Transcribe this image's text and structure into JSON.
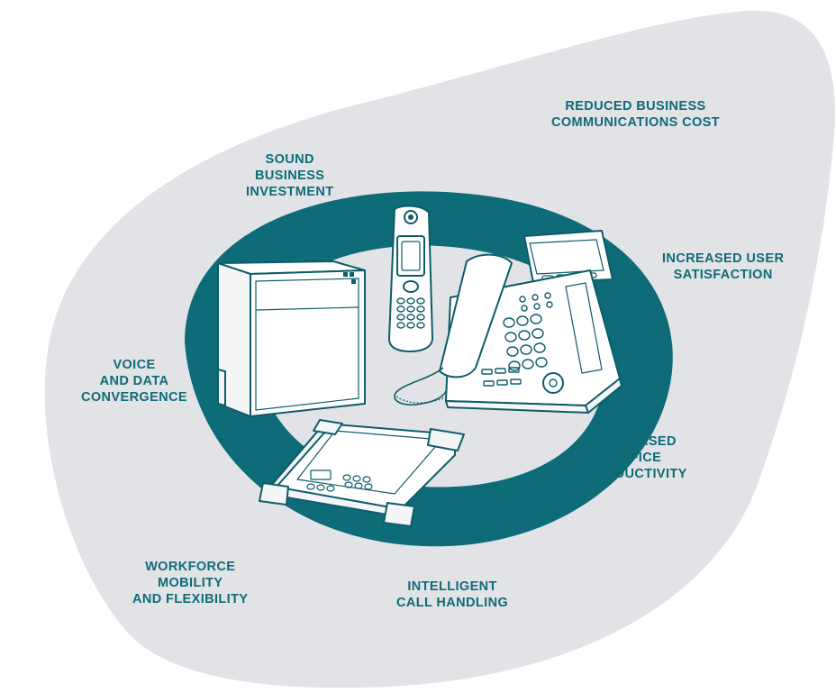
{
  "colors": {
    "blob": "#e2e3e6",
    "ring": "#0e6b78",
    "text": "#0e6b78",
    "device_fill": "#ffffff",
    "device_stroke": "#0e5d69"
  },
  "benefits": {
    "reduced_cost": [
      "REDUCED BUSINESS",
      "COMMUNICATIONS COST"
    ],
    "sound_investment": [
      "SOUND",
      "BUSINESS",
      "INVESTMENT"
    ],
    "user_satisfaction": [
      "INCREASED USER",
      "SATISFACTION"
    ],
    "convergence": [
      "VOICE",
      "AND DATA",
      "CONVERGENCE"
    ],
    "productivity": [
      "INCREASED",
      "OFFICE",
      "PRODUCTIVITY"
    ],
    "mobility": [
      "WORKFORCE",
      "MOBILITY",
      "AND FLEXIBILITY"
    ],
    "call_handling": [
      "INTELLIGENT",
      "CALL HANDLING"
    ]
  },
  "devices": [
    "pbx-unit-icon",
    "dect-handset-icon",
    "desk-phone-icon",
    "conference-phone-icon"
  ]
}
